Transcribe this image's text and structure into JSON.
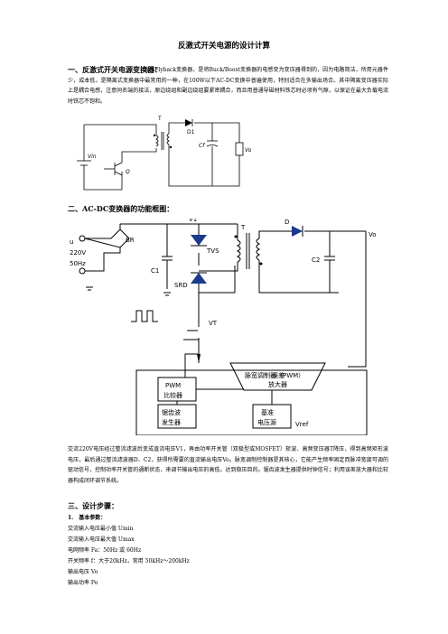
{
  "title": "反激式开关电源的设计计算",
  "section1": {
    "heading": "一、反激式开关电源变换器：",
    "text": "也称Flyback变换器，是将Buck/Boost变换器的电感变为变压器得到的，因为电路简洁，所用元器件少，成本低，是隔离式变换器中最常用的一种，在100W以下AC-DC变换中普遍使用，特别适合在多输出场合。其中隔离变压器实际上是耦合电感，注意同名端的接法，原边绕组和副边绕组要紧密耦合，而且用普通导磁材料铁芯时必须有气隙，以保证在最大负载电流时铁芯不饱和。"
  },
  "figure1": {
    "labels": {
      "t": "T",
      "d1": "D1",
      "cf": "Cf",
      "vo": "Vo",
      "vin": "Vin",
      "q": "Q"
    }
  },
  "section2": {
    "heading": "二、AC-DC变换器的功能框图："
  },
  "figure2": {
    "labels": {
      "u": "u",
      "v220": "220V",
      "hz50": "50Hz",
      "br": "BR",
      "v1": "V1",
      "tvs": "TVS",
      "t": "T",
      "d": "D",
      "vo": "Vo",
      "c1": "C1",
      "srd": "SRD",
      "c2": "C2",
      "vt": "VT",
      "pwm_title": "脉宽调制器（PWM）",
      "pwm_cmp_1": "PWM",
      "pwm_cmp_2": "比较器",
      "err_amp_1": "误差",
      "err_amp_2": "放大器",
      "saw_1": "锯齿波",
      "saw_2": "发生器",
      "ref_1": "基准",
      "ref_2": "电压源",
      "vref": "Vref"
    }
  },
  "paragraph2": "交流220V电压经过整流滤波后变成直流电压V1，再由功率开关管（双极型或MOSFET）斩波、高频变压器T降压，得到高频矩形波电压，最后通过整流滤波器D、C2，获得所需要的直流输出电压Vo。脉宽调制控制器是其核心，它能产生频率固定而脉冲宽度可调的驱动信号，控制功率开关管的通断状态，来调节输出电压的高低，达到稳压目的。锯齿波发生器提供时钟信号；利用误差放大器和比较器构成闭环调节系统。",
  "section3": {
    "heading": "三、设计步骤："
  },
  "sub1": "1.　基本参数：",
  "params": [
    "交流输入电压最小值 Umin",
    "交流输入电压最大值 Umax",
    "电网频率 Fa：50Hz 或 60Hz",
    "开关频率 f：大于20kHz，常用 50kHz～200kHz",
    "输出电压 Vo",
    "输出功率 Po"
  ]
}
